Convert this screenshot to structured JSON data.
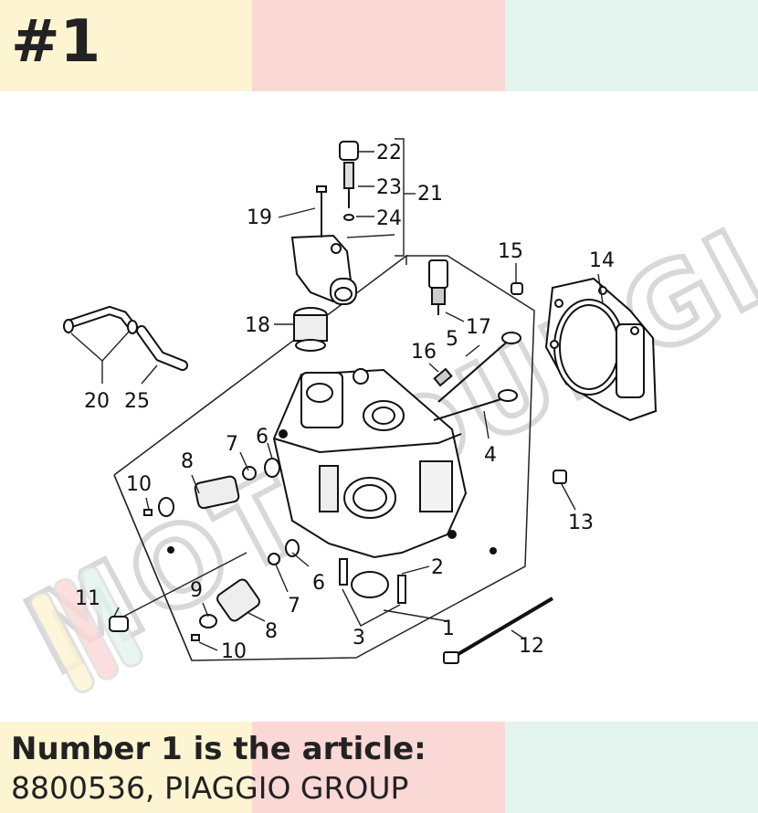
{
  "colors": {
    "cream": "#fdf4d2",
    "pink": "#fad8d6",
    "mint": "#e3f4ee",
    "ink": "#111111",
    "watermark": "#d8d8d8"
  },
  "header": {
    "item_number": "#1"
  },
  "footer": {
    "headline": "Number 1 is the article:",
    "article": "8800536, PIAGGIO GROUP"
  },
  "diagram": {
    "watermark": "MOTODURGIA",
    "labels": [
      "22",
      "23",
      "21",
      "24",
      "19",
      "15",
      "14",
      "17",
      "18",
      "5",
      "16",
      "20",
      "25",
      "4",
      "7",
      "6",
      "8",
      "10",
      "13",
      "2",
      "6",
      "7",
      "11",
      "9",
      "8",
      "1",
      "3",
      "10",
      "12"
    ]
  }
}
